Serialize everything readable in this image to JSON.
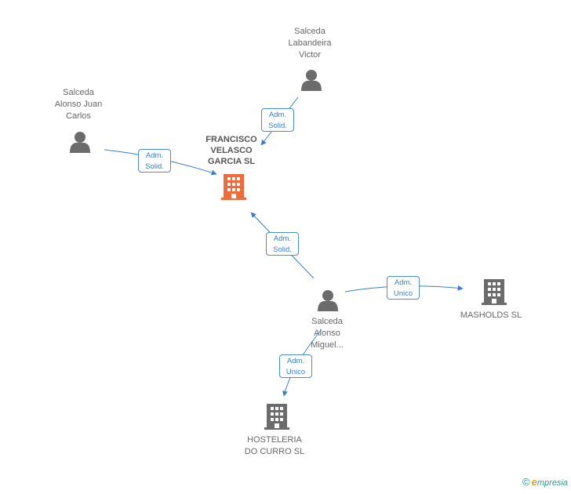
{
  "nodes": {
    "francisco": {
      "label": "FRANCISCO\nVELASCO\nGARCIA SL",
      "type": "company-main",
      "color": "#f06a3a"
    },
    "victor": {
      "label": "Salceda\nLabandeira\nVictor",
      "type": "person"
    },
    "juan": {
      "label": "Salceda\nAlonso Juan\nCarlos",
      "type": "person"
    },
    "miguel": {
      "label": "Salceda\nAlonso\nMiguel...",
      "type": "person"
    },
    "masholds": {
      "label": "MASHOLDS  SL",
      "type": "company"
    },
    "hosteleria": {
      "label": "HOSTELERIA\nDO CURRO SL",
      "type": "company"
    }
  },
  "edges": [
    {
      "from": "victor",
      "to": "francisco",
      "label_line1": "Adm.",
      "label_line2": "Solid."
    },
    {
      "from": "juan",
      "to": "francisco",
      "label_line1": "Adm.",
      "label_line2": "Solid."
    },
    {
      "from": "miguel",
      "to": "francisco",
      "label_line1": "Adm.",
      "label_line2": "Solid."
    },
    {
      "from": "miguel",
      "to": "masholds",
      "label_line1": "Adm.",
      "label_line2": "Unico"
    },
    {
      "from": "miguel",
      "to": "hosteleria",
      "label_line1": "Adm.",
      "label_line2": "Unico"
    }
  ],
  "colors": {
    "edge": "#3a7ecb",
    "person": "#6b6b6b",
    "company": "#6b6b6b",
    "main": "#f06a3a"
  },
  "brand": {
    "copyright": "©",
    "initial": "e",
    "rest": "mpresia"
  }
}
